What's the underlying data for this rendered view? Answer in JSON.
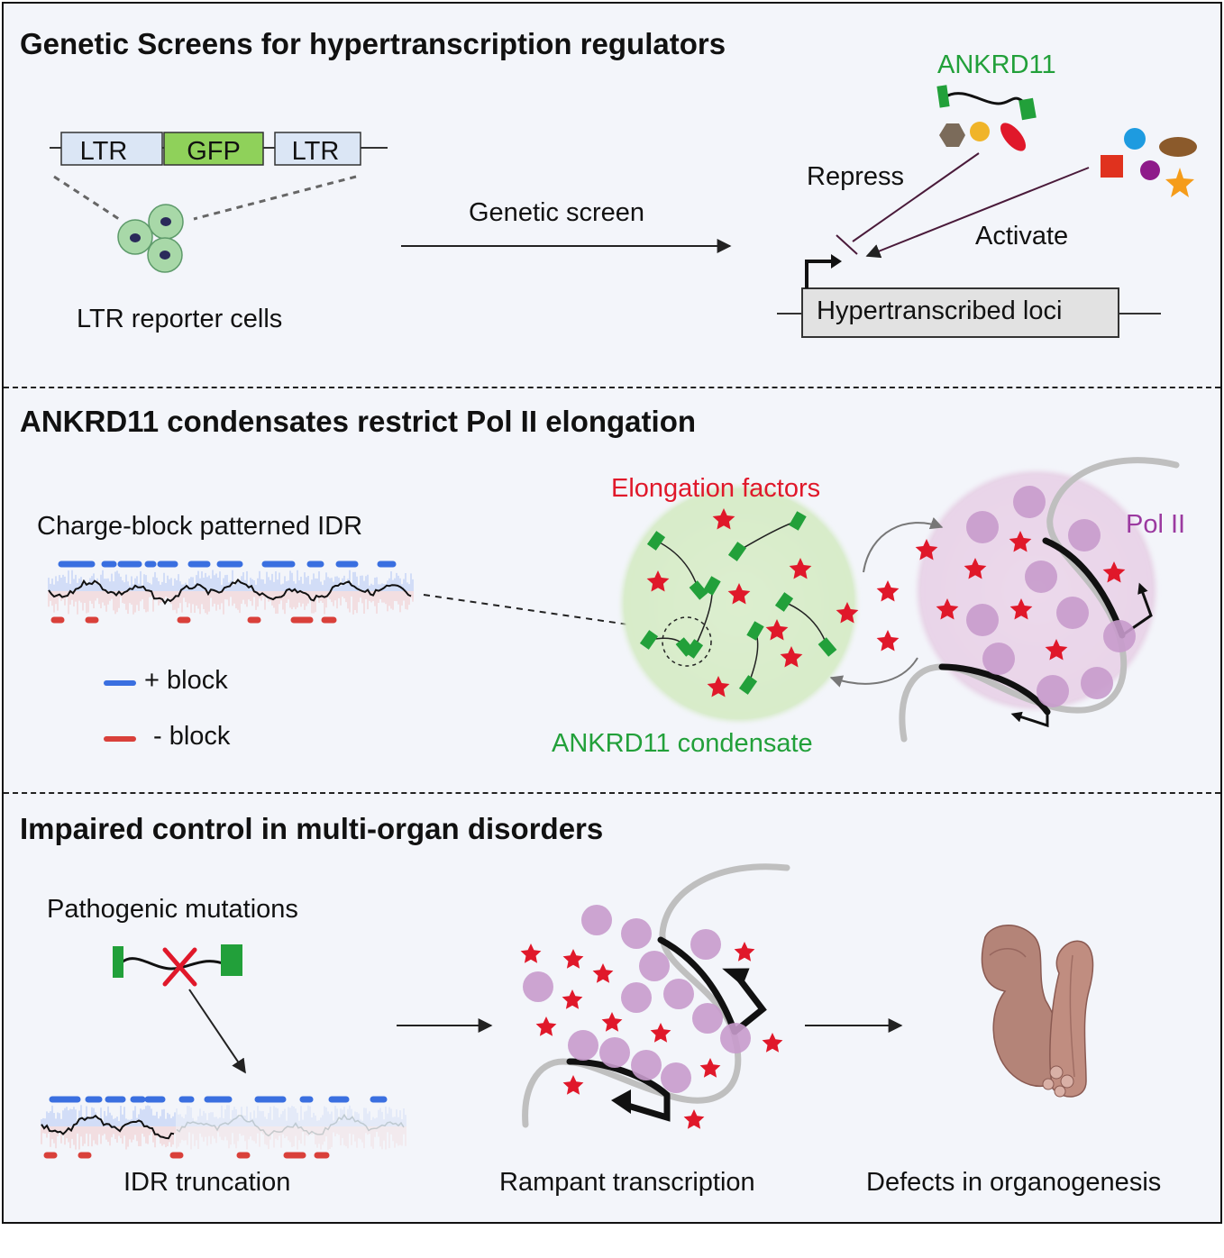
{
  "colors": {
    "plus_block": "#3a6fe0",
    "minus_block": "#d9403a",
    "ankrd11_green": "#22a03a",
    "pol2_purple": "#9b3aa0",
    "elongation_red": "#e0182a",
    "gfp_green": "#8fd15a",
    "ltr_blue": "#dbe6f5"
  },
  "panel1": {
    "title": "Genetic Screens for hypertranscription regulators",
    "ltr_left": "LTR",
    "gfp": "GFP",
    "ltr_right": "LTR",
    "reporter_cells": "LTR reporter cells",
    "genetic_screen": "Genetic screen",
    "ankrd11": "ANKRD11",
    "repress": "Repress",
    "activate": "Activate",
    "hypertranscribed_loci": "Hypertranscribed loci"
  },
  "panel2": {
    "title": "ANKRD11 condensates restrict Pol II elongation",
    "idr_label": "Charge-block patterned IDR",
    "legend_plus": "+ block",
    "legend_minus": "- block",
    "elongation_factors": "Elongation factors",
    "pol2": "Pol II",
    "condensate_label": "ANKRD11 condensate"
  },
  "panel3": {
    "title": "Impaired control in multi-organ disorders",
    "pathogenic_mutations": "Pathogenic mutations",
    "idr_truncation": "IDR truncation",
    "rampant_transcription": "Rampant transcription",
    "defects_organogenesis": "Defects in organogenesis"
  }
}
